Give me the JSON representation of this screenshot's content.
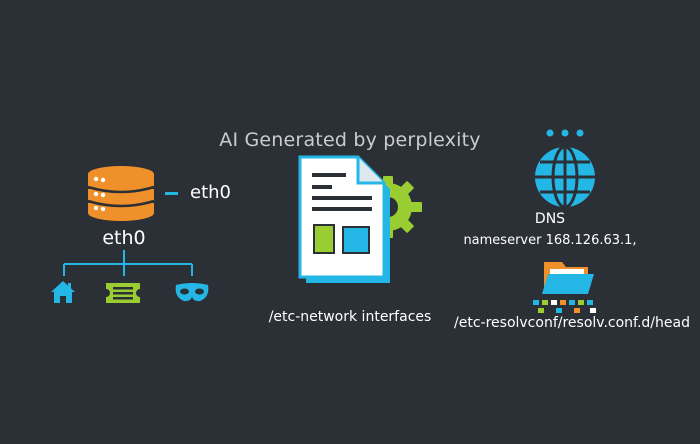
{
  "watermark": "AI Generated by perplexity",
  "server": {
    "side_label": "eth0",
    "label": "eth0",
    "icons": [
      "house-icon",
      "ticket-icon",
      "mask-icon"
    ]
  },
  "config_file": {
    "label": "/etc-network interfaces",
    "icons": [
      "document-icon",
      "gear-icon"
    ]
  },
  "dns": {
    "title": "DNS",
    "nameserver": "nameserver 168.126.63.1,",
    "icons": [
      "globe-icon",
      "ellipsis-icon"
    ]
  },
  "resolv": {
    "label": "/etc-resolvconf/resolv.conf.d/head",
    "icons": [
      "folder-icon"
    ]
  },
  "colors": {
    "background": "#2b2f36",
    "orange": "#f0902a",
    "blue": "#24b7e6",
    "green": "#9acd32"
  }
}
